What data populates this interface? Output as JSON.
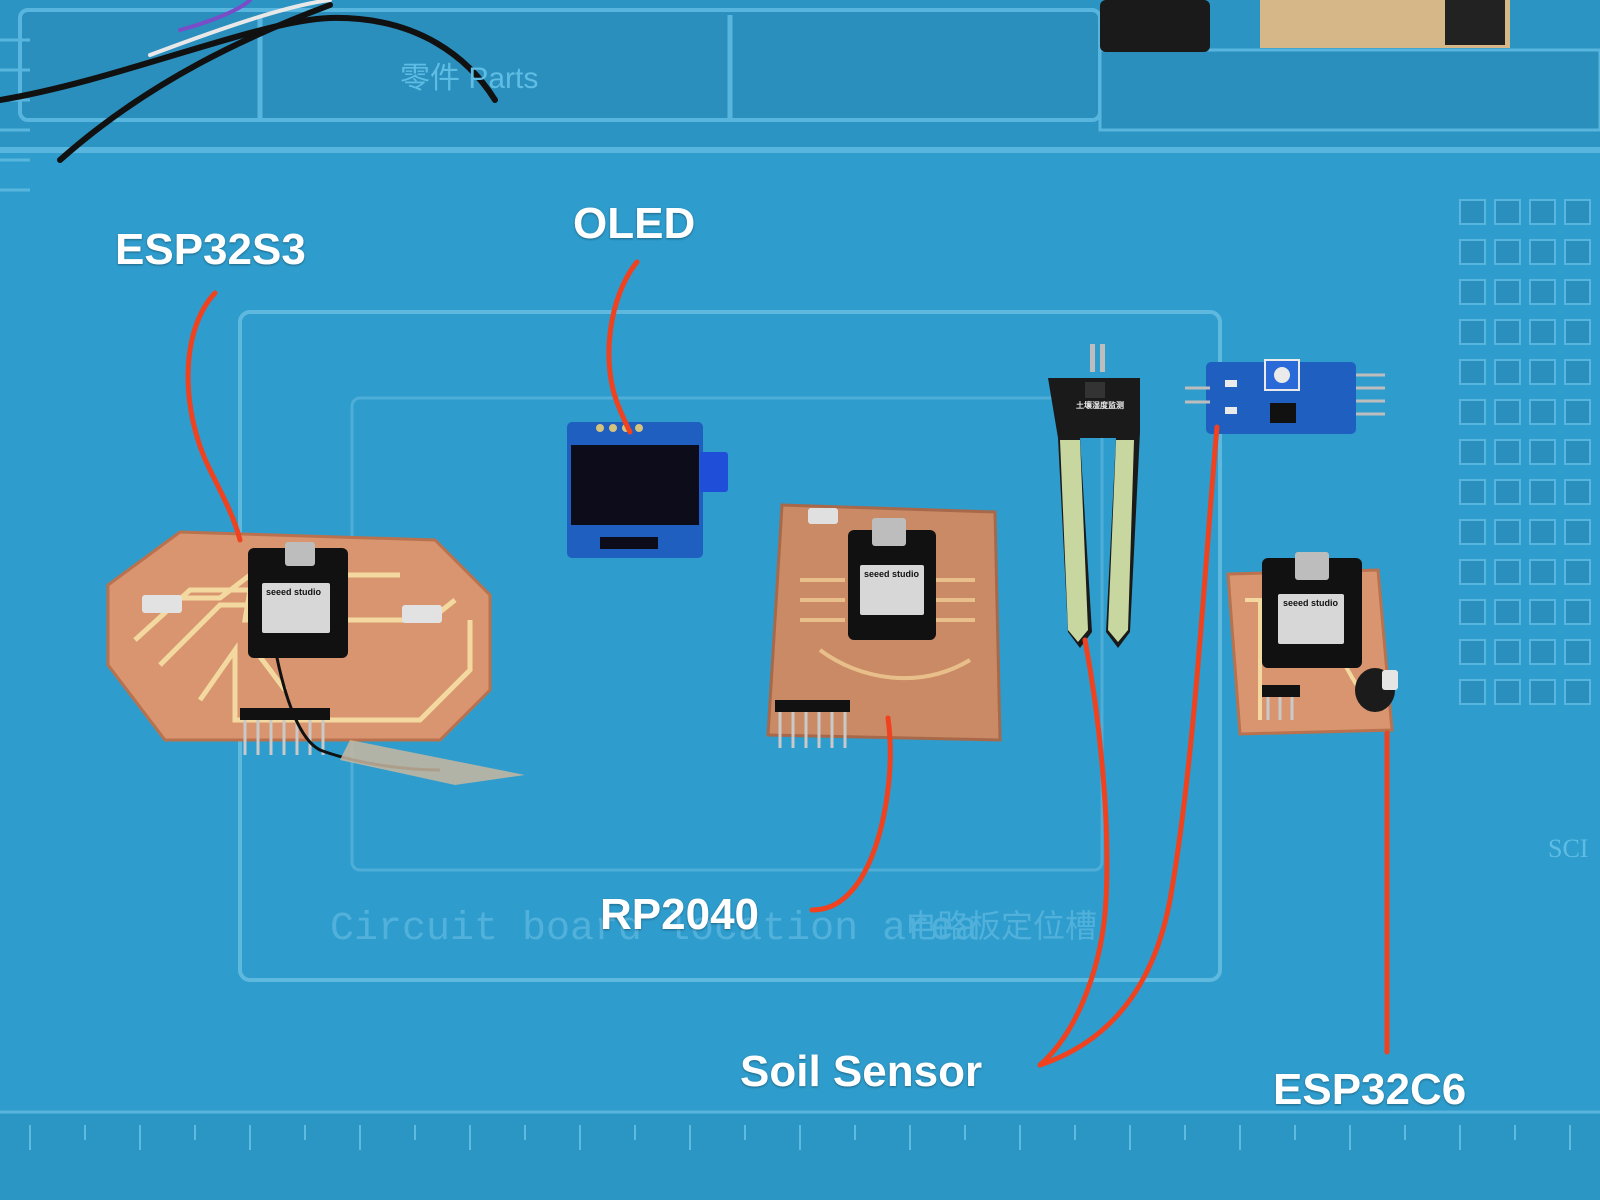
{
  "mat": {
    "background_color": "#2e9ccc",
    "embossed_parts_label": "零件 Parts",
    "embossed_area_label": "Circuit board location area",
    "embossed_area_label_cn": "电路板定位槽",
    "embossed_brand": "SCI"
  },
  "labels": {
    "esp32s3": "ESP32S3",
    "oled": "OLED",
    "rp2040": "RP2040",
    "soil_sensor": "Soil Sensor",
    "esp32c6": "ESP32C6"
  },
  "colors": {
    "label_text": "#ffffff",
    "annotation_line": "#f0421f",
    "copper": "#d89570",
    "sensor_board": "#1f5fc0"
  },
  "chip": {
    "brand": "seeed studio"
  },
  "sensor": {
    "module_text": "土壤湿度监测"
  }
}
